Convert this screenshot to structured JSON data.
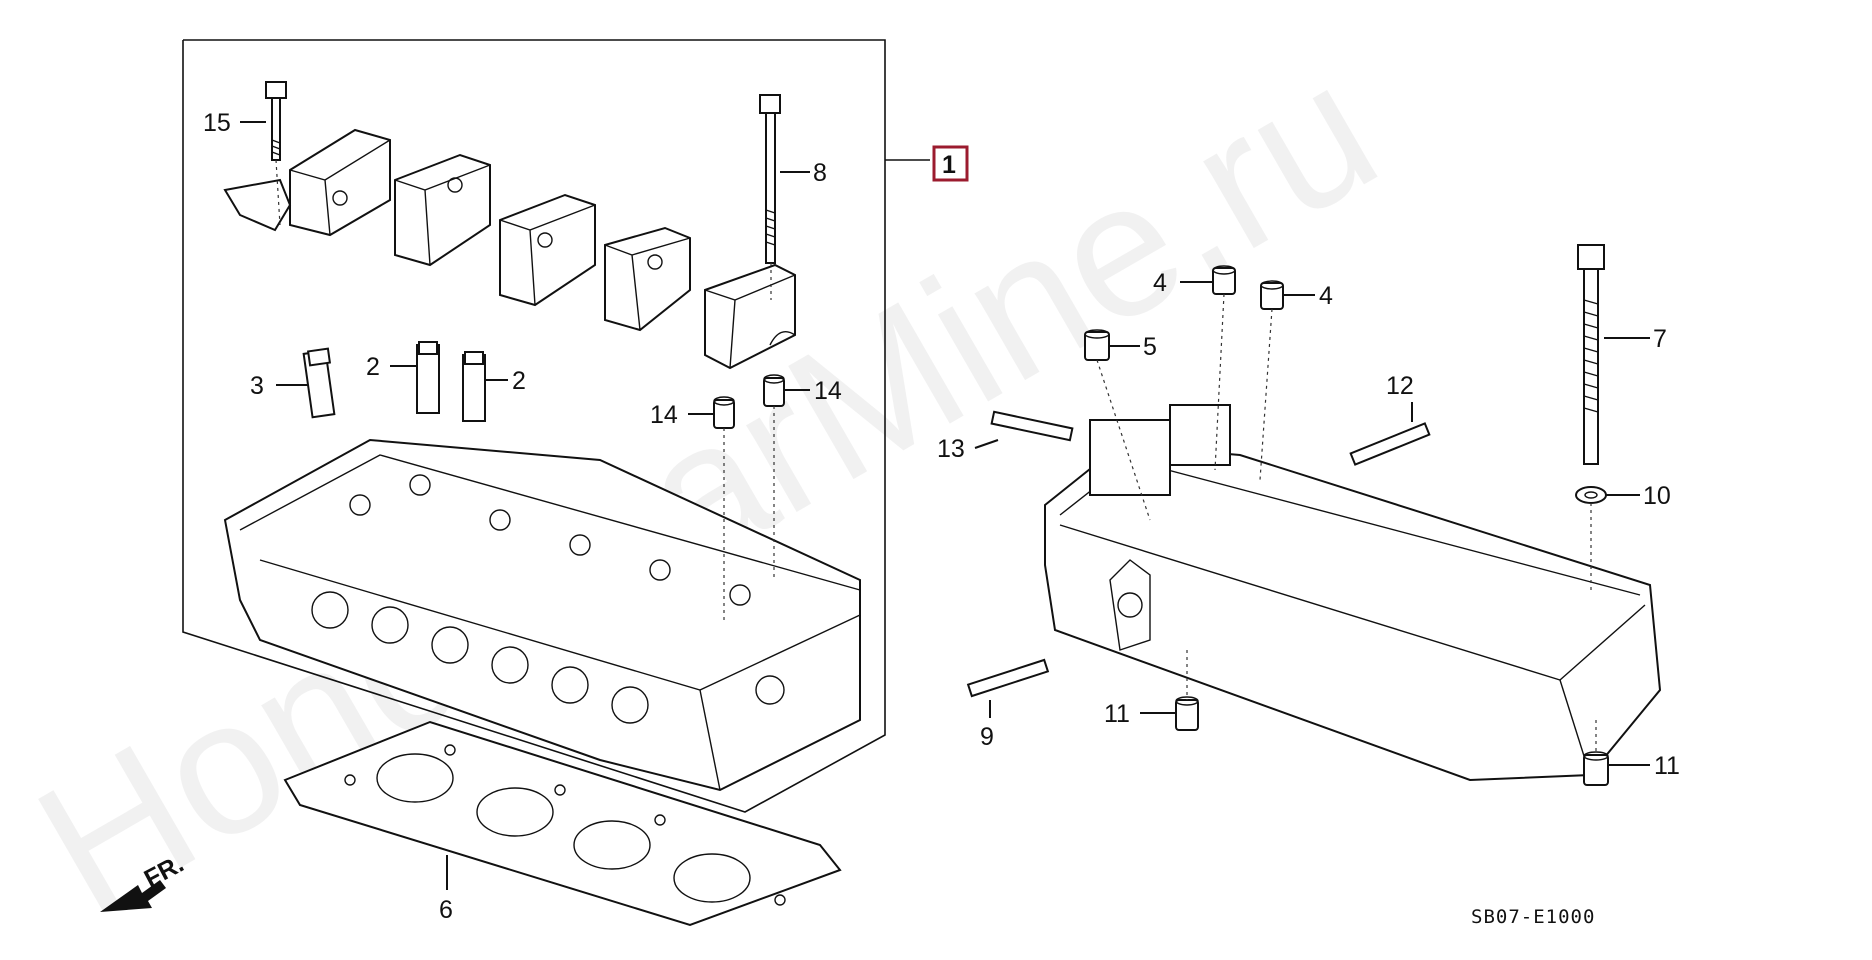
{
  "watermark": "HondaCarMine.ru",
  "diagram_code": "SB07-E1000",
  "front_indicator": "FR.",
  "assembly_ref": {
    "label": "1",
    "border_color": "#9b1b2e"
  },
  "callouts": {
    "c15": "15",
    "c8": "8",
    "c3": "3",
    "c2a": "2",
    "c2b": "2",
    "c14a": "14",
    "c14b": "14",
    "c6": "6",
    "c4a": "4",
    "c4b": "4",
    "c5": "5",
    "c7": "7",
    "c12": "12",
    "c13": "13",
    "c10": "10",
    "c9": "9",
    "c11a": "11",
    "c11b": "11"
  }
}
